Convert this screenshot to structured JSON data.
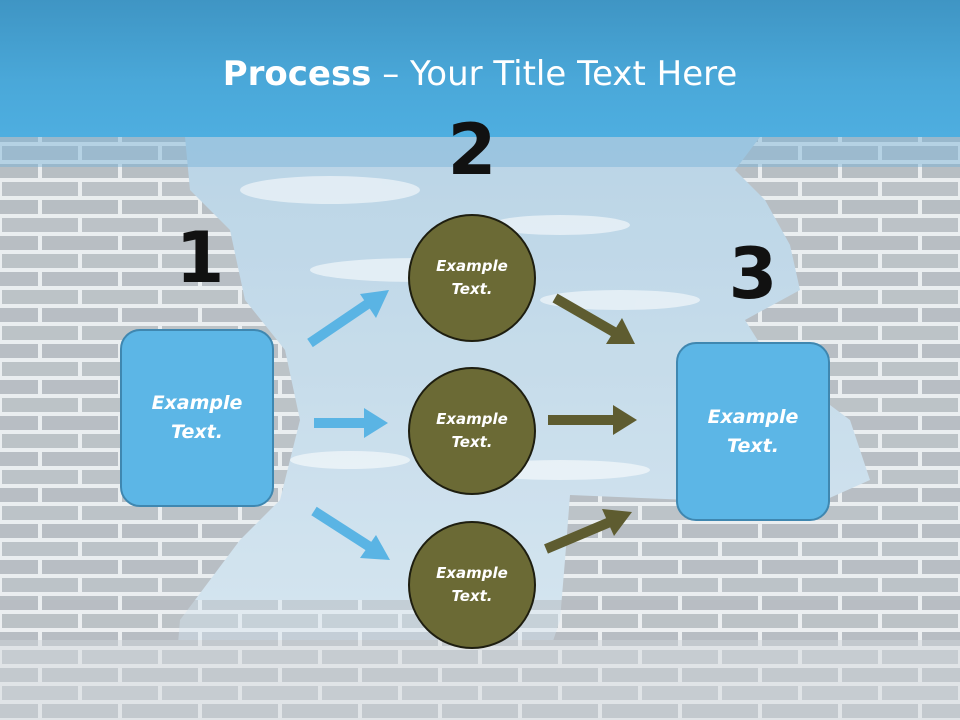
{
  "title": {
    "strong": "Process",
    "rest": " – Your Title Text Here"
  },
  "steps": {
    "one": "1",
    "two": "2",
    "three": "3"
  },
  "left_box": {
    "text_line1": "Example",
    "text_line2": "Text."
  },
  "right_box": {
    "text_line1": "Example",
    "text_line2": "Text."
  },
  "circles": [
    {
      "line1": "Example",
      "line2": "Text."
    },
    {
      "line1": "Example",
      "line2": "Text."
    },
    {
      "line1": "Example",
      "line2": "Text."
    }
  ],
  "colors": {
    "header": "#4aa8d9",
    "box_fill": "#5cb6e6",
    "circle_fill": "#6b6a35",
    "blue_arrow": "#5ab4e4",
    "olive_arrow": "#5e5c30"
  }
}
